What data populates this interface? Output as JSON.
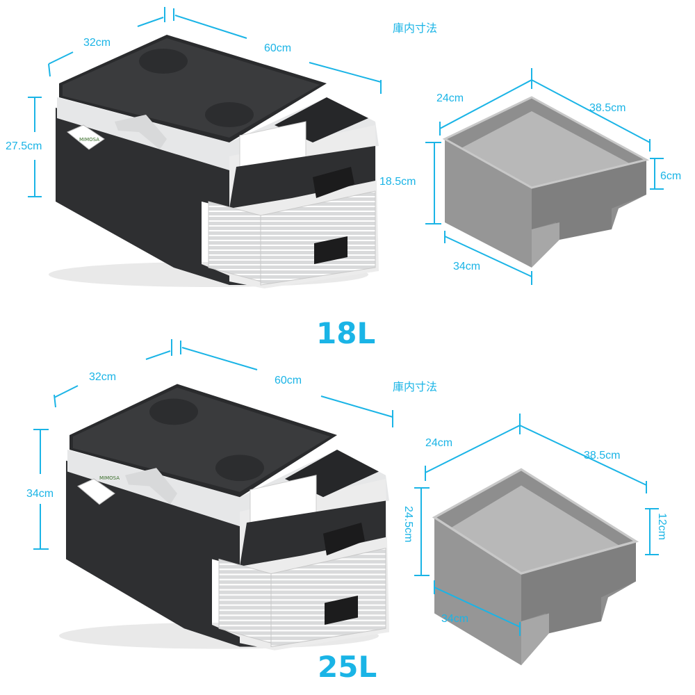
{
  "colors": {
    "accent": "#1ab4e6",
    "body_dark": "#2e2f31",
    "body_light": "#e6e7e8",
    "liner": "#8e8e8e"
  },
  "top": {
    "size": "18L",
    "interior_title": "庫内寸法",
    "cooler": {
      "depth": "32cm",
      "width": "60cm",
      "height": "27.5cm",
      "brand": "MIMOSA"
    },
    "liner": {
      "depth": "24cm",
      "width": "38.5cm",
      "height": "18.5cm",
      "step": "6cm",
      "bottom": "34cm"
    }
  },
  "bottom": {
    "size": "25L",
    "interior_title": "庫内寸法",
    "cooler": {
      "depth": "32cm",
      "width": "60cm",
      "height": "34cm",
      "brand": "MIMOSA"
    },
    "liner": {
      "depth": "24cm",
      "width": "38.5cm",
      "height": "24.5cm",
      "step": "12cm",
      "bottom": "34cm"
    }
  }
}
